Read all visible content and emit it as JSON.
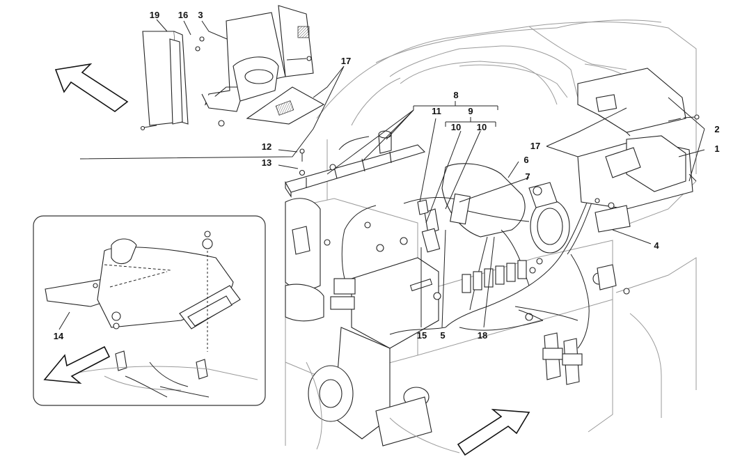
{
  "callouts": {
    "c1": "1",
    "c2": "2",
    "c3": "3",
    "c4": "4",
    "c5": "5",
    "c6": "6",
    "c7": "7",
    "c8": "8",
    "c9": "9",
    "c10a": "10",
    "c10b": "10",
    "c11": "11",
    "c12": "12",
    "c13": "13",
    "c14": "14",
    "c15": "15",
    "c16": "16",
    "c17a": "17",
    "c17b": "17",
    "c18": "18",
    "c19": "19"
  },
  "arrows": [
    "arrow-top-left",
    "arrow-inset",
    "arrow-bottom-right"
  ]
}
